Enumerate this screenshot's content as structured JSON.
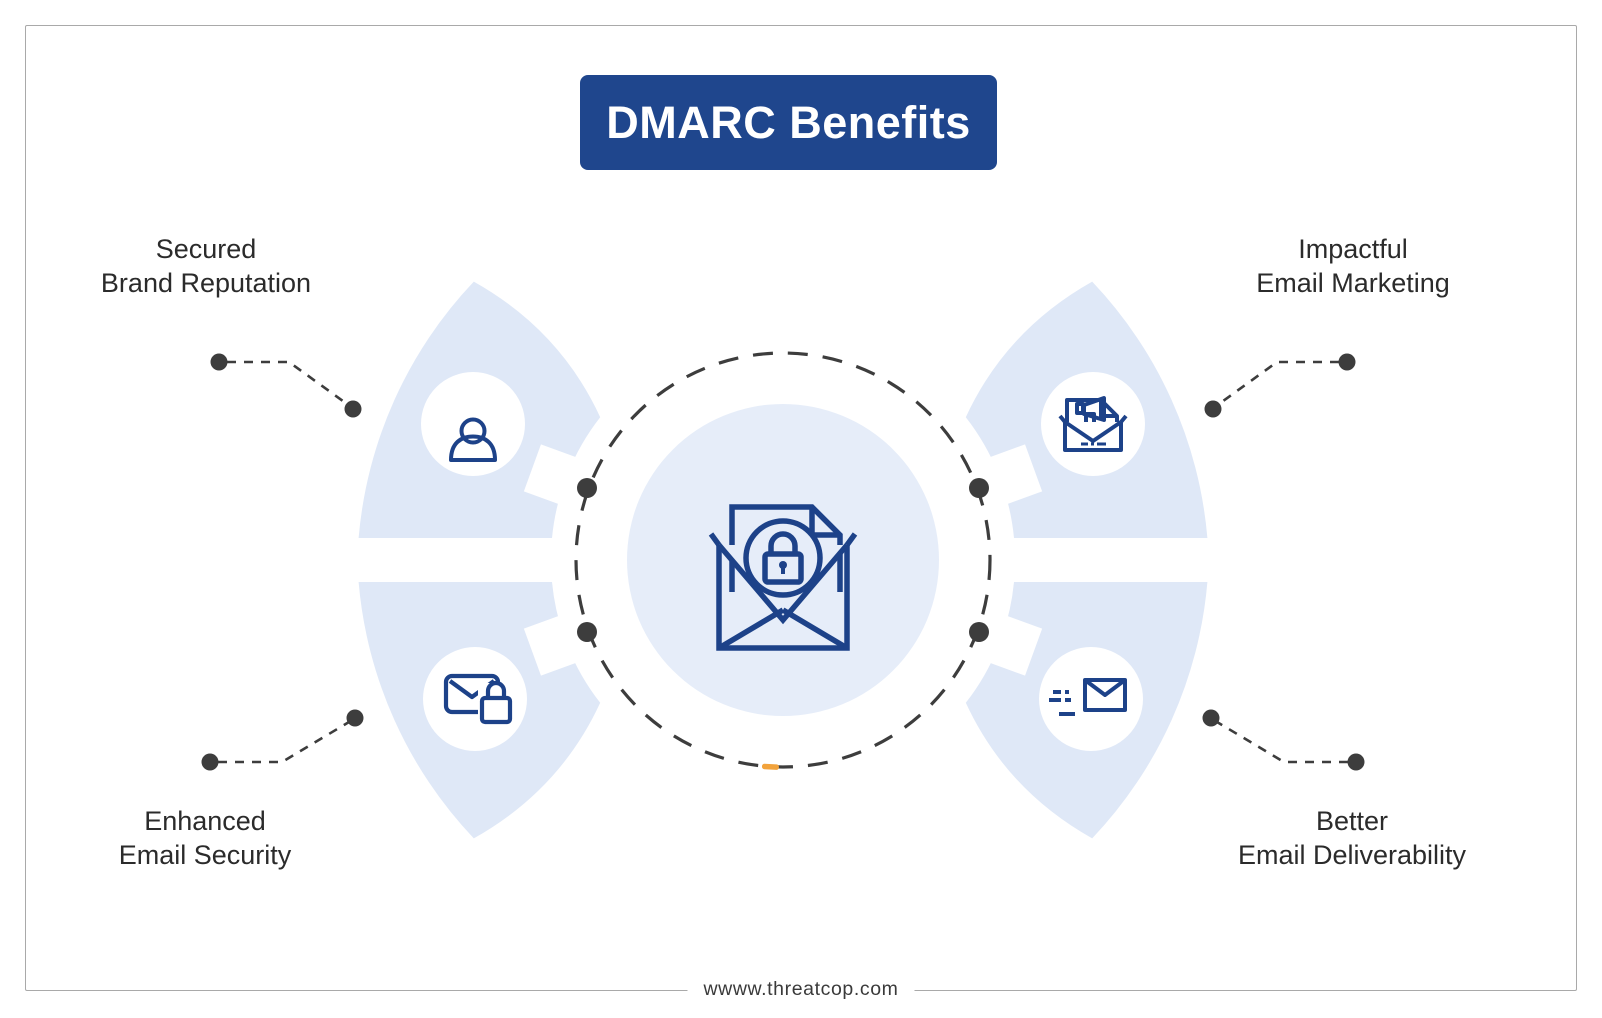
{
  "page": {
    "background_color": "#ffffff",
    "frame_border_color": "#a9a9a9"
  },
  "title": {
    "label": "DMARC Benefits",
    "background_color": "#1f468d",
    "text_color": "#ffffff"
  },
  "benefits": [
    {
      "position": "top-left",
      "line1": "Secured",
      "line2": "Brand Reputation",
      "icon": "person-three-stars-icon"
    },
    {
      "position": "top-right",
      "line1": "Impactful",
      "line2": "Email Marketing",
      "icon": "envelope-megaphone-icon"
    },
    {
      "position": "bottom-left",
      "line1": "Enhanced",
      "line2": "Email Security",
      "icon": "envelope-lock-icon"
    },
    {
      "position": "bottom-right",
      "line1": "Better",
      "line2": "Email Deliverability",
      "icon": "speeding-envelope-icon"
    }
  ],
  "center": {
    "icon": "open-envelope-secure-document-icon",
    "icon_color": "#1d4289",
    "circle_fill": "#e6edf9",
    "ring_color": "#3d3d3d",
    "ring_accent_dash_color": "#f2a33c"
  },
  "decor": {
    "wing_fill": "#dfe8f7",
    "connector_color": "#3d3d3d",
    "label_text_color": "#2b2b2b"
  },
  "footer": {
    "url": "wwww.threatcop.com"
  }
}
